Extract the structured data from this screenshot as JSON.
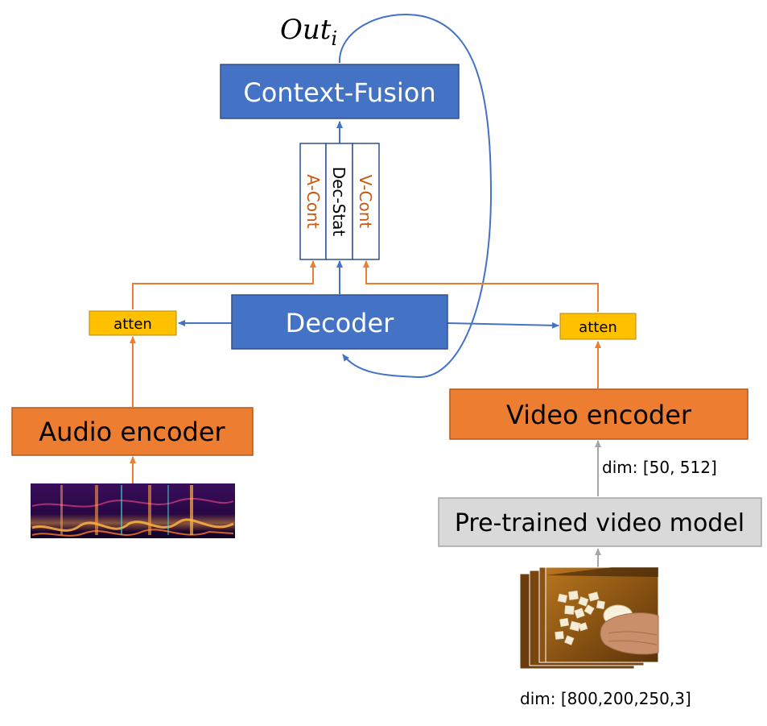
{
  "output": {
    "symbol": "Out",
    "subscript": "i"
  },
  "blocks": {
    "context_fusion": "Context-Fusion",
    "decoder": "Decoder",
    "audio_encoder": "Audio encoder",
    "video_encoder": "Video encoder",
    "pretrained_model": "Pre-trained video model",
    "atten_left": "atten",
    "atten_right": "atten"
  },
  "context_vector": {
    "a_cont": "A-Cont",
    "dec_stat": "Dec-Stat",
    "v_cont": "V-Cont"
  },
  "dims": {
    "encoder_input": "dim: [50, 512]",
    "video_input": "dim: [800,200,250,3]"
  },
  "colors": {
    "blue": "#4472C4",
    "blue_border": "#2F528F",
    "orange": "#ED7D31",
    "orange_text": "#C55A11",
    "yellow": "#FFC000",
    "gray": "#D9D9D9",
    "gray_arrow": "#A6A6A6"
  }
}
